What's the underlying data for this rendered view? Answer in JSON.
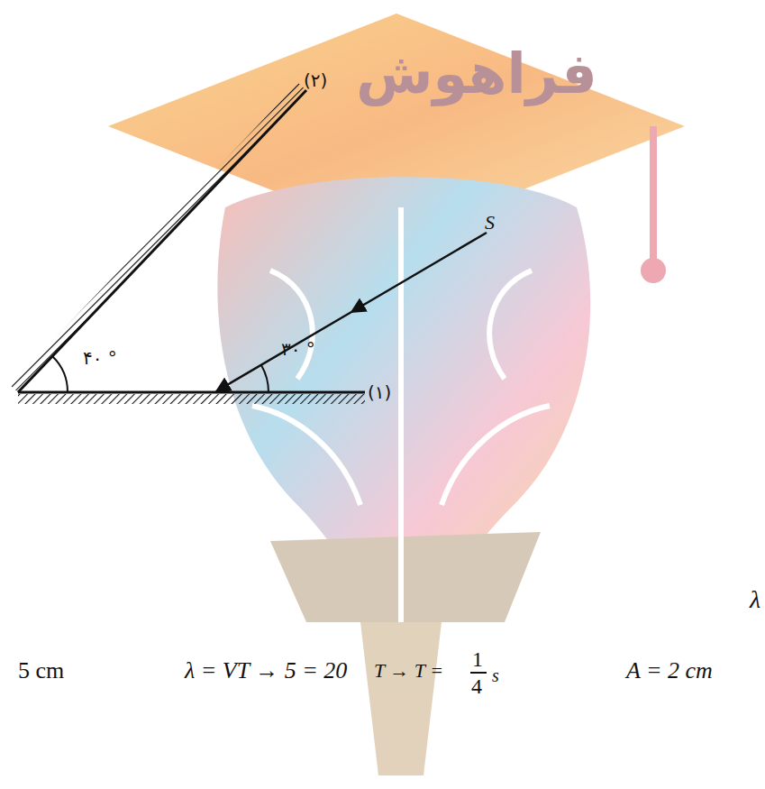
{
  "diagram": {
    "labels": [
      "فراهوش",
      "(۲)",
      "S",
      "۴۰ °",
      "۳۰ °",
      "(۱)",
      "λ",
      "5 cm",
      "λ = VT → 5 = 20",
      "T → T =",
      "1",
      "4",
      "s",
      "A = 2 cm"
    ]
  }
}
